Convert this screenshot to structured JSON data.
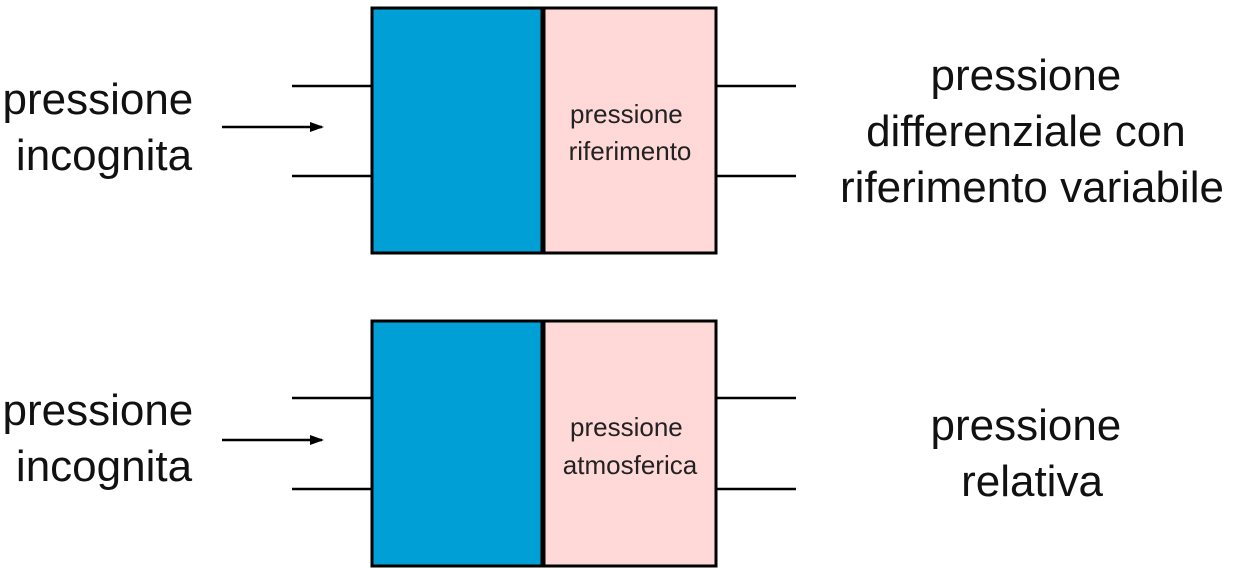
{
  "colors": {
    "unknown_chamber": "#00A0D6",
    "reference_chamber": "#FFD8D8",
    "line": "#000000"
  },
  "diagrams": [
    {
      "input_label": [
        "pressione",
        "incognita"
      ],
      "chamber_label": [
        "pressione",
        "riferimento"
      ],
      "output_label": [
        "pressione",
        "differenziale con",
        "riferimento variabile"
      ]
    },
    {
      "input_label": [
        "pressione",
        "incognita"
      ],
      "chamber_label": [
        "pressione",
        "atmosferica"
      ],
      "output_label": [
        "pressione",
        "relativa"
      ]
    }
  ]
}
